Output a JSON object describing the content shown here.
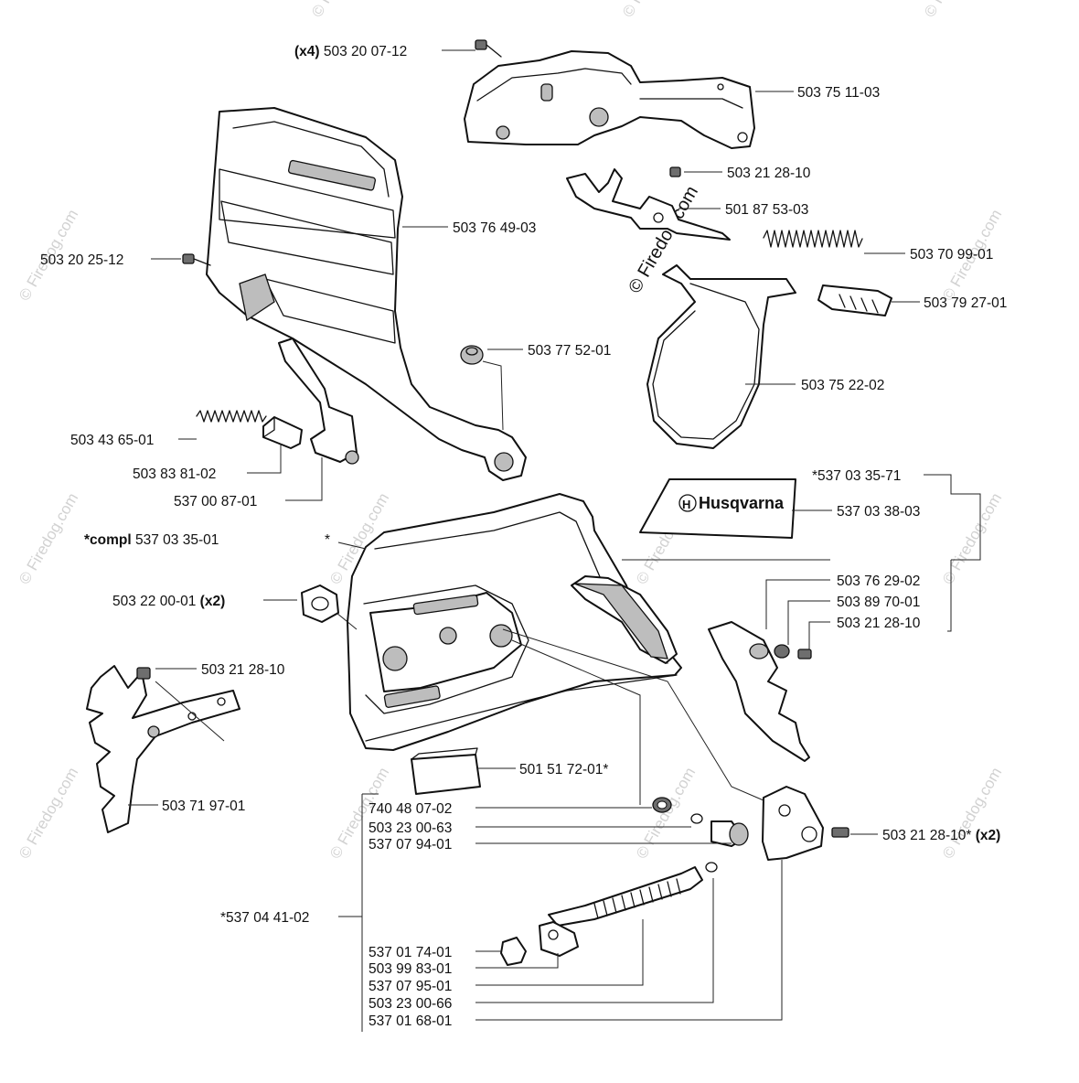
{
  "watermark": {
    "text": "© Firedog.com"
  },
  "brand": {
    "logo_text": "Husqvarna",
    "logo_letter": "H"
  },
  "labels": {
    "l01": {
      "prefix": "(x4)",
      "text": "503 20 07-12",
      "suffix": ""
    },
    "l02": {
      "prefix": "",
      "text": "503 75 11-03",
      "suffix": ""
    },
    "l03": {
      "prefix": "",
      "text": "503 21 28-10",
      "suffix": ""
    },
    "l04": {
      "prefix": "",
      "text": "501 87 53-03",
      "suffix": ""
    },
    "l05": {
      "prefix": "",
      "text": "503 76 49-03",
      "suffix": ""
    },
    "l06": {
      "prefix": "",
      "text": "503 20 25-12",
      "suffix": ""
    },
    "l07": {
      "prefix": "",
      "text": "503 70 99-01",
      "suffix": ""
    },
    "l08": {
      "prefix": "",
      "text": "503 79 27-01",
      "suffix": ""
    },
    "l09": {
      "prefix": "",
      "text": "503 77 52-01",
      "suffix": ""
    },
    "l10": {
      "prefix": "",
      "text": "503 75 22-02",
      "suffix": ""
    },
    "l11": {
      "prefix": "",
      "text": "503 43 65-01",
      "suffix": ""
    },
    "l12": {
      "prefix": "",
      "text": "503 83 81-02",
      "suffix": ""
    },
    "l13": {
      "prefix": "",
      "text": "537 00 87-01",
      "suffix": ""
    },
    "l14": {
      "prefix": "",
      "text": "*537 03 35-71",
      "suffix": ""
    },
    "l15": {
      "prefix": "",
      "text": "537 03 38-03",
      "suffix": ""
    },
    "l16": {
      "prefix": "*compl",
      "text": "537 03 35-01",
      "suffix": ""
    },
    "l17": {
      "prefix": "",
      "text": "*",
      "suffix": ""
    },
    "l18": {
      "prefix": "",
      "text": "503 22 00-01",
      "suffix": "(x2)"
    },
    "l19": {
      "prefix": "",
      "text": "503 76 29-02",
      "suffix": ""
    },
    "l20": {
      "prefix": "",
      "text": "503 89 70-01",
      "suffix": ""
    },
    "l21": {
      "prefix": "",
      "text": "503 21 28-10",
      "suffix": ""
    },
    "l22": {
      "prefix": "",
      "text": "503 21 28-10",
      "suffix": ""
    },
    "l23": {
      "prefix": "",
      "text": "501 51 72-01*",
      "suffix": ""
    },
    "l24": {
      "prefix": "",
      "text": "503 71 97-01",
      "suffix": ""
    },
    "l25": {
      "prefix": "",
      "text": "740 48 07-02",
      "suffix": ""
    },
    "l26": {
      "prefix": "",
      "text": "503 23 00-63",
      "suffix": ""
    },
    "l27": {
      "prefix": "",
      "text": "537 07 94-01",
      "suffix": ""
    },
    "l28": {
      "prefix": "",
      "text": "503 21 28-10*",
      "suffix": "(x2)"
    },
    "l29": {
      "prefix": "",
      "text": "*537 04 41-02",
      "suffix": ""
    },
    "l30": {
      "prefix": "",
      "text": "537 01 74-01",
      "suffix": ""
    },
    "l31": {
      "prefix": "",
      "text": "503 99 83-01",
      "suffix": ""
    },
    "l32": {
      "prefix": "",
      "text": "537 07 95-01",
      "suffix": ""
    },
    "l33": {
      "prefix": "",
      "text": "503 23 00-66",
      "suffix": ""
    },
    "l34": {
      "prefix": "",
      "text": "537 01 68-01",
      "suffix": ""
    }
  }
}
